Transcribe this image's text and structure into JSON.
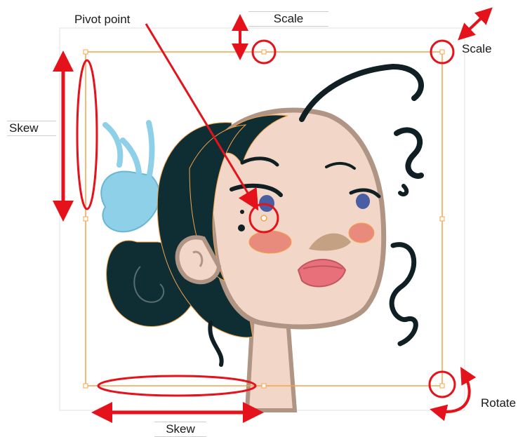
{
  "labels": {
    "pivot_point": "Pivot point",
    "scale_top": "Scale",
    "scale_corner": "Scale",
    "skew_left": "Skew",
    "skew_bottom": "Skew",
    "rotate": "Rotate"
  },
  "colors": {
    "annotation": "#e5121b",
    "bounding_box": "#f5a24a",
    "hair": "#0f2e33",
    "skin": "#f2d7c8",
    "outline": "#b09484",
    "blush": "#e98b7c",
    "eye": "#4a5fa3",
    "wing": "#8ed0e8",
    "lips": "#e8707a"
  }
}
